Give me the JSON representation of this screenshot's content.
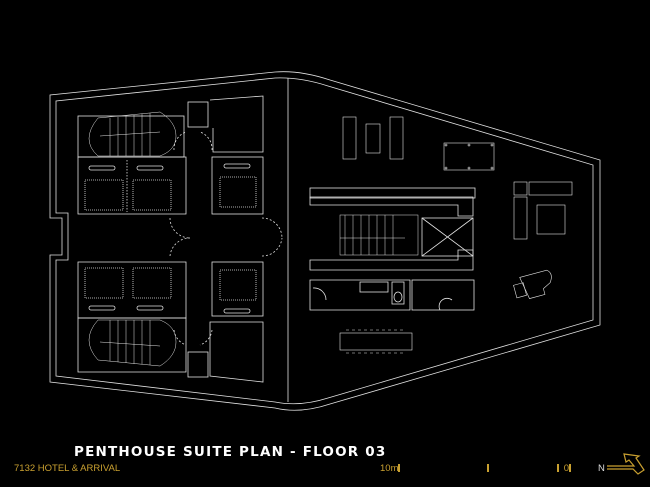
{
  "drawing": {
    "title": "PENTHOUSE SUITE PLAN - FLOOR 03",
    "project": "7132 HOTEL & ARRIVAL",
    "scale_bar": {
      "left_label": "10m",
      "right_label": "0"
    },
    "north_label": "N",
    "colors": {
      "background": "#000000",
      "linework": "#e6e6e6",
      "accent": "#c9a030",
      "title": "#ffffff"
    }
  }
}
